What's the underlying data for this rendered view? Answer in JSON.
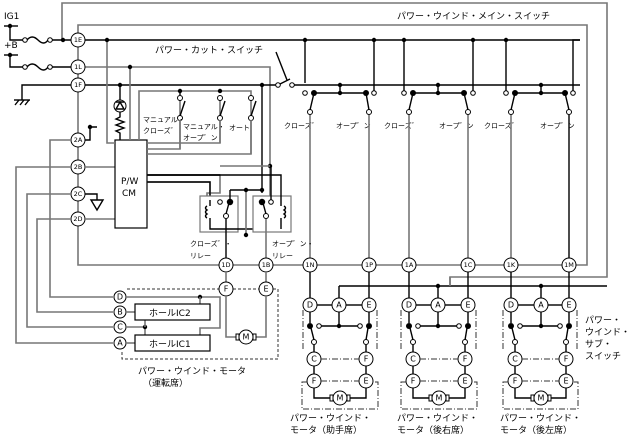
{
  "diagram": {
    "type": "wiring-diagram",
    "power_sources": {
      "ig1": "IG1",
      "battery": "+B"
    },
    "labels": {
      "main_switch": "パワー・ウインド・メイン・スイッチ",
      "cut_switch": "パワー・カット・スイッチ",
      "control_module": [
        "P/W",
        "CM"
      ],
      "close_relay": [
        "クローズ゛・",
        "リレー"
      ],
      "open_relay": [
        "オープ゛ン・",
        "リレー"
      ],
      "manual_close": [
        "マニュアル・",
        "クローズ゛"
      ],
      "manual_open": [
        "マニュアル・",
        "オープ゛ン"
      ],
      "auto": "オート",
      "close": "クローズ゛",
      "open": "オープ゛ン",
      "hall_ic2": "ホールIC2",
      "hall_ic1": "ホールIC1",
      "motor_symbol": "M",
      "driver_motor": [
        "パワー・ウインド・モータ",
        "（運転席）"
      ],
      "sub_switch": [
        "パワー・",
        "ウインド・",
        "サブ・",
        "スイッチ"
      ],
      "passenger_motor": [
        "パワー・ウインド・",
        "モータ（助手席）"
      ],
      "rear_right_motor": [
        "パワー・ウインド・",
        "モータ（後右席）"
      ],
      "rear_left_motor": [
        "パワー・ウインド・",
        "モータ（後左席）"
      ]
    },
    "connectors": {
      "main": [
        "1E",
        "1L",
        "1F",
        "2A",
        "2B",
        "2C",
        "2D"
      ],
      "relay_out": [
        "1D",
        "1B"
      ],
      "door_out": [
        "1N",
        "1P",
        "1A",
        "1C",
        "1K",
        "1M"
      ],
      "driver_motor": [
        "D",
        "B",
        "C",
        "A",
        "F",
        "E"
      ],
      "sub_switch": [
        "D",
        "A",
        "E",
        "C",
        "F"
      ],
      "sub_motor": [
        "F",
        "E"
      ]
    }
  }
}
